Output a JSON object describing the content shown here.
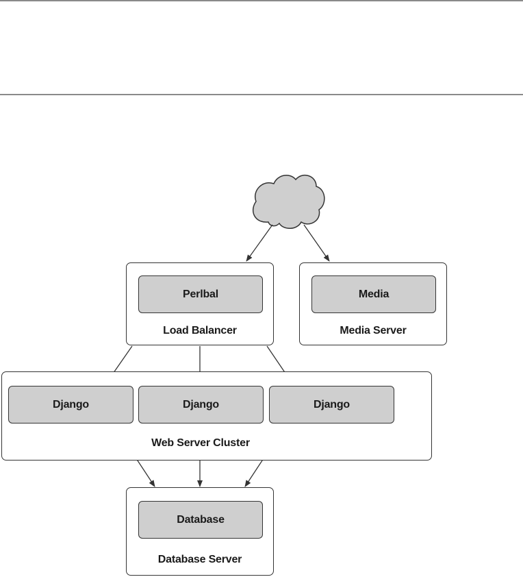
{
  "nodes": {
    "load_balancer": {
      "inner_label": "Perlbal",
      "caption": "Load Balancer"
    },
    "media_server": {
      "inner_label": "Media",
      "caption": "Media Server"
    },
    "web_cluster": {
      "caption": "Web Server Cluster",
      "items": [
        "Django",
        "Django",
        "Django"
      ]
    },
    "database_server": {
      "inner_label": "Database",
      "caption": "Database Server"
    }
  },
  "edges": [
    {
      "from": "internet-cloud",
      "to": "load_balancer"
    },
    {
      "from": "internet-cloud",
      "to": "media_server"
    },
    {
      "from": "load_balancer",
      "to": "web_cluster.0"
    },
    {
      "from": "load_balancer",
      "to": "web_cluster.1"
    },
    {
      "from": "load_balancer",
      "to": "web_cluster.2"
    },
    {
      "from": "web_cluster.0",
      "to": "database_server"
    },
    {
      "from": "web_cluster.1",
      "to": "database_server"
    },
    {
      "from": "web_cluster.2",
      "to": "database_server"
    }
  ],
  "colors": {
    "inner_fill": "#cfcfcf",
    "stroke": "#333333",
    "cloud_fill": "#cfcfcf"
  }
}
